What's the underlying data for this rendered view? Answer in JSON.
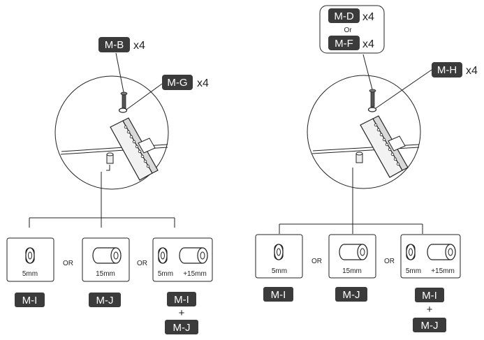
{
  "left": {
    "screw_label": "M-B",
    "screw_qty": "x4",
    "washer_label": "M-G",
    "washer_qty": "x4"
  },
  "right": {
    "screw_label_1": "M-D",
    "screw_qty_1": "x4",
    "or_text": "Or",
    "screw_label_2": "M-F",
    "screw_qty_2": "x4",
    "washer_label": "M-H",
    "washer_qty": "x4"
  },
  "spacer_options": {
    "or_text": "OR",
    "sizes": {
      "s5": "5mm",
      "s15": "15mm",
      "combo": "+15mm"
    },
    "labels": {
      "mi": "M-I",
      "mj": "M-J",
      "plus": "+"
    }
  },
  "colors": {
    "label_fill": "#3b3b3b",
    "line": "#222222"
  }
}
